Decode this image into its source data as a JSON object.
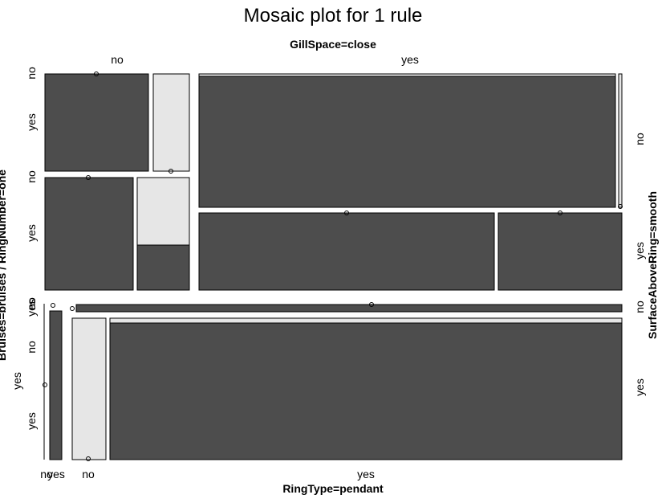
{
  "chart_data": {
    "type": "mosaic",
    "title": "Mosaic plot for 1 rule",
    "variables": {
      "top": "GillSpace=close",
      "bottom": "RingType=pendant",
      "left": "Bruises=bruises / RingNumber=one",
      "right": "SurfaceAboveRing=smooth"
    },
    "tick_labels": {
      "top": [
        "no",
        "yes"
      ],
      "bottom": [
        "no",
        "yes",
        "no",
        "yes"
      ],
      "left_outer": [
        "no",
        "yes",
        "no",
        "yes"
      ],
      "left_inner": [
        "no",
        "yes",
        "no",
        "yes"
      ],
      "right": [
        "no",
        "yes",
        "no",
        "yes"
      ]
    },
    "colors": {
      "high_confidence": "#4d4d4d",
      "low_confidence": "#e6e6e6",
      "border": "#000000"
    }
  }
}
